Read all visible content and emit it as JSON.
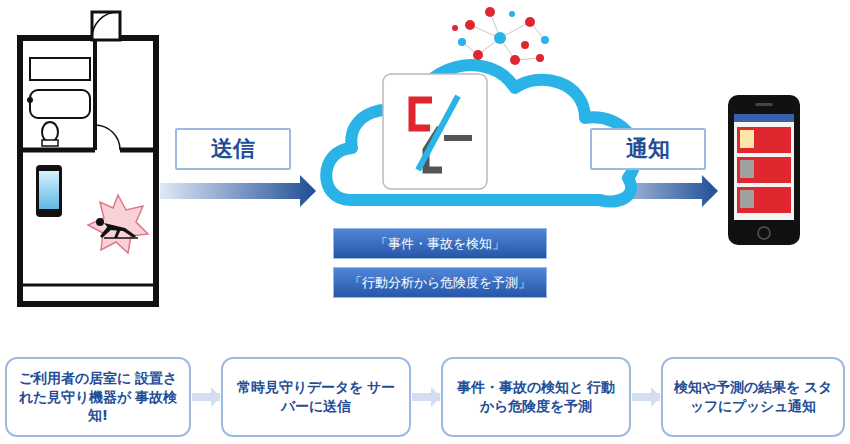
{
  "diagram": {
    "nodes": [
      {
        "text": [
          "送信"
        ]
      },
      {
        "text": [
          "通知"
        ]
      },
      {
        "text": [
          "「事件・事故を検知」"
        ]
      },
      {
        "text": [
          "「行動分析から危険度を予測」"
        ]
      },
      {
        "text": [
          "ご利用者の居室に 設置された見守り機器が 事故検知!"
        ]
      },
      {
        "text": [
          "常時見守りデータを サーバーに送信"
        ]
      },
      {
        "text": [
          "事件・事故の検知と 行動から危険度を予測"
        ]
      },
      {
        "text": [
          "検知や予測の結果を スタッフにプッシュ通知"
        ]
      }
    ],
    "edges": [
      {
        "from": 4,
        "to": 5,
        "arrow": "to"
      },
      {
        "from": 5,
        "to": 6,
        "arrow": "to"
      },
      {
        "from": 6,
        "to": 7,
        "arrow": "to"
      }
    ]
  }
}
